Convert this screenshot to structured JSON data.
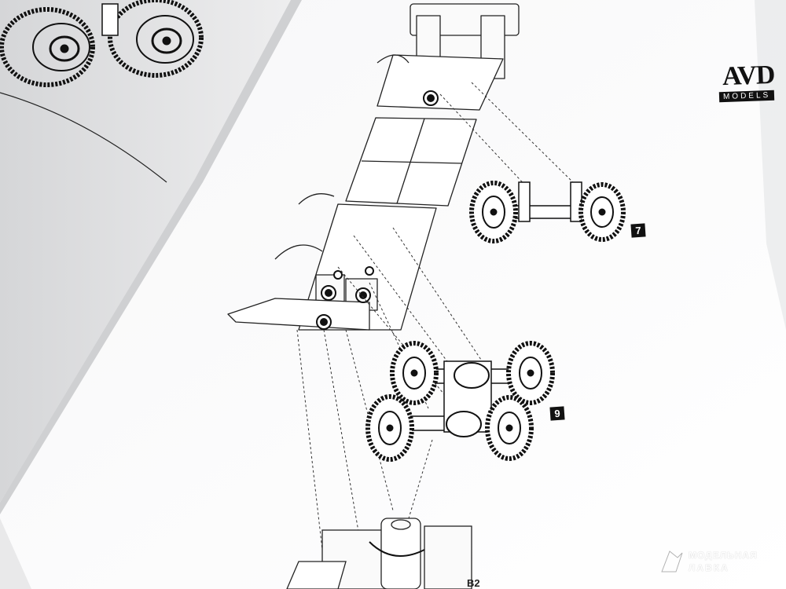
{
  "logo": {
    "name": "AVD",
    "sub": "MODELS"
  },
  "steps": {
    "front_axle": "7",
    "rear_bogie": "9"
  },
  "part_ref": "B2",
  "watermark": {
    "line1": "МОДЕЛЬНАЯ",
    "line2": "ЛАВКА"
  }
}
